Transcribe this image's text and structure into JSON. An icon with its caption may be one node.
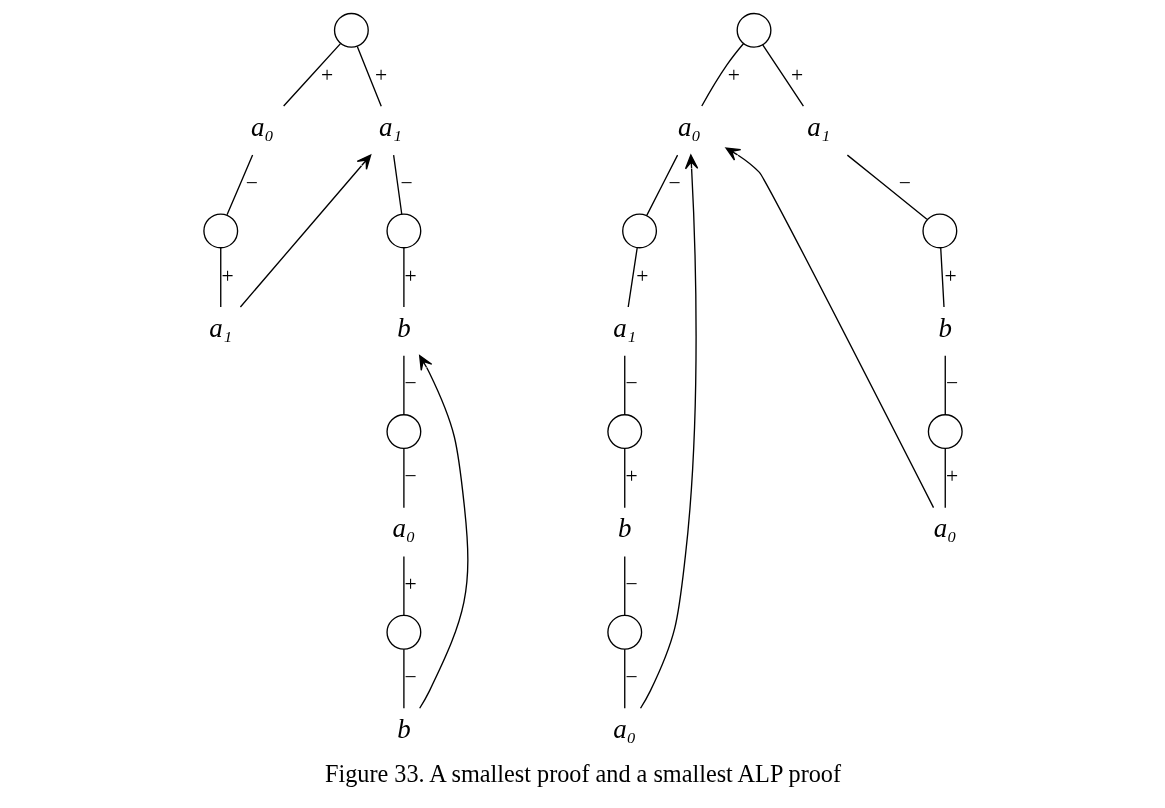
{
  "diagram": {
    "caption": "Figure 33. A smallest proof and a smallest ALP proof",
    "nodes": [
      {
        "text": [],
        "shape": "circle"
      },
      {
        "text": [
          "a₀"
        ]
      },
      {
        "text": [],
        "shape": "circle"
      },
      {
        "text": [
          "a₁"
        ]
      },
      {
        "text": [
          "a₁"
        ]
      },
      {
        "text": [],
        "shape": "circle"
      },
      {
        "text": [
          "b"
        ]
      },
      {
        "text": [],
        "shape": "circle"
      },
      {
        "text": [
          "a₀"
        ]
      },
      {
        "text": [],
        "shape": "circle"
      },
      {
        "text": [
          "b"
        ]
      },
      {
        "text": [],
        "shape": "circle"
      },
      {
        "text": [
          "a₀"
        ]
      },
      {
        "text": [],
        "shape": "circle"
      },
      {
        "text": [
          "a₁"
        ]
      },
      {
        "text": [],
        "shape": "circle"
      },
      {
        "text": [
          "b"
        ]
      },
      {
        "text": [],
        "shape": "circle"
      },
      {
        "text": [
          "a₀"
        ]
      },
      {
        "text": [
          "a₁"
        ]
      },
      {
        "text": [],
        "shape": "circle"
      },
      {
        "text": [
          "b"
        ]
      },
      {
        "text": [],
        "shape": "circle"
      },
      {
        "text": [
          "a₀"
        ]
      }
    ],
    "edges": [
      {
        "from": 0,
        "to": 1,
        "arrow": "none",
        "label": "+"
      },
      {
        "from": 0,
        "to": 4,
        "arrow": "none",
        "label": "+"
      },
      {
        "from": 1,
        "to": 2,
        "arrow": "none",
        "label": "−"
      },
      {
        "from": 2,
        "to": 3,
        "arrow": "none",
        "label": "+"
      },
      {
        "from": 3,
        "to": 4,
        "arrow": "to"
      },
      {
        "from": 4,
        "to": 5,
        "arrow": "none",
        "label": "−"
      },
      {
        "from": 5,
        "to": 6,
        "arrow": "none",
        "label": "+"
      },
      {
        "from": 6,
        "to": 7,
        "arrow": "none",
        "label": "−"
      },
      {
        "from": 7,
        "to": 8,
        "arrow": "none",
        "label": "−"
      },
      {
        "from": 8,
        "to": 9,
        "arrow": "none",
        "label": "+"
      },
      {
        "from": 9,
        "to": 10,
        "arrow": "none",
        "label": "−"
      },
      {
        "from": 10,
        "to": 6,
        "arrow": "to"
      },
      {
        "from": 11,
        "to": 12,
        "arrow": "none",
        "label": "+"
      },
      {
        "from": 11,
        "to": 19,
        "arrow": "none",
        "label": "+"
      },
      {
        "from": 12,
        "to": 13,
        "arrow": "none",
        "label": "−"
      },
      {
        "from": 13,
        "to": 14,
        "arrow": "none",
        "label": "+"
      },
      {
        "from": 14,
        "to": 15,
        "arrow": "none",
        "label": "−"
      },
      {
        "from": 15,
        "to": 16,
        "arrow": "none",
        "label": "+"
      },
      {
        "from": 16,
        "to": 17,
        "arrow": "none",
        "label": "−"
      },
      {
        "from": 17,
        "to": 18,
        "arrow": "none",
        "label": "−"
      },
      {
        "from": 18,
        "to": 12,
        "arrow": "to"
      },
      {
        "from": 19,
        "to": 20,
        "arrow": "none",
        "label": "−"
      },
      {
        "from": 20,
        "to": 21,
        "arrow": "none",
        "label": "+"
      },
      {
        "from": 21,
        "to": 22,
        "arrow": "none",
        "label": "−"
      },
      {
        "from": 22,
        "to": 23,
        "arrow": "none",
        "label": "+"
      },
      {
        "from": 23,
        "to": 12,
        "arrow": "to"
      }
    ]
  }
}
